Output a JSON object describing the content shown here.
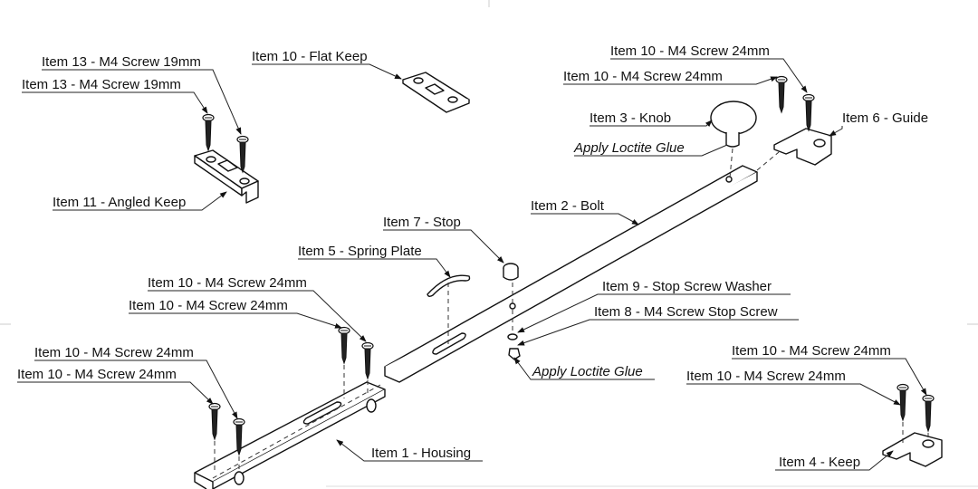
{
  "labels": {
    "screw13_a": "Item 13 - M4 Screw 19mm",
    "screw13_b": "Item 13 - M4 Screw 19mm",
    "flat_keep": "Item 10 - Flat Keep",
    "angled_keep": "Item 11 - Angled Keep",
    "guide_screw_a": "Item 10 - M4 Screw 24mm",
    "guide_screw_b": "Item 10 - M4 Screw 24mm",
    "knob": "Item 3 - Knob",
    "loctite_knob": "Apply Loctite Glue",
    "guide": "Item 6 - Guide",
    "bolt": "Item 2 - Bolt",
    "stop": "Item 7 - Stop",
    "spring_plate": "Item 5 - Spring Plate",
    "stop_washer": "Item 9 - Stop Screw Washer",
    "stop_screw": "Item 8 - M4 Screw Stop Screw",
    "loctite_stop": "Apply Loctite Glue",
    "housing_screw_a": "Item 10 - M4 Screw 24mm",
    "housing_screw_b": "Item 10 - M4 Screw 24mm",
    "housing_screw_c": "Item 10 - M4 Screw 24mm",
    "housing_screw_d": "Item 10 - M4 Screw 24mm",
    "housing": "Item 1 - Housing",
    "keep_screw_a": "Item 10 - M4 Screw 24mm",
    "keep_screw_b": "Item 10 - M4 Screw 24mm",
    "keep": "Item 4 - Keep"
  }
}
